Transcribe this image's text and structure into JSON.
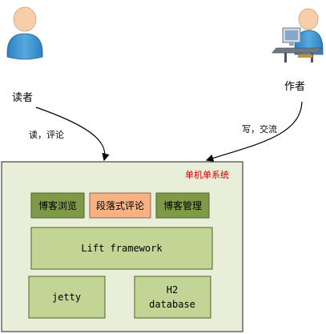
{
  "actors": {
    "reader": {
      "label": "读者",
      "icon": "reader-person-icon"
    },
    "author": {
      "label": "作者",
      "icon": "author-at-computer-icon"
    }
  },
  "edges": {
    "reader_edge": "读，评论",
    "author_edge": "写，交流"
  },
  "system": {
    "title": "单机单系统",
    "modules": {
      "blog_browse": "博客浏览",
      "paragraph_comment": "段落式评论",
      "blog_manage": "博客管理"
    },
    "framework": "Lift framework",
    "jetty": "jetty",
    "h2_line1": "H2",
    "h2_line2": "database"
  },
  "colors": {
    "system_fill": "#e9eed9",
    "box_dark_green": "#7f9a47",
    "box_light_green": "#c3d594",
    "box_orange": "#f8b183",
    "person_blue": "#3d95d3",
    "skin": "#f6cfa8",
    "title_red": "#cc0000"
  }
}
